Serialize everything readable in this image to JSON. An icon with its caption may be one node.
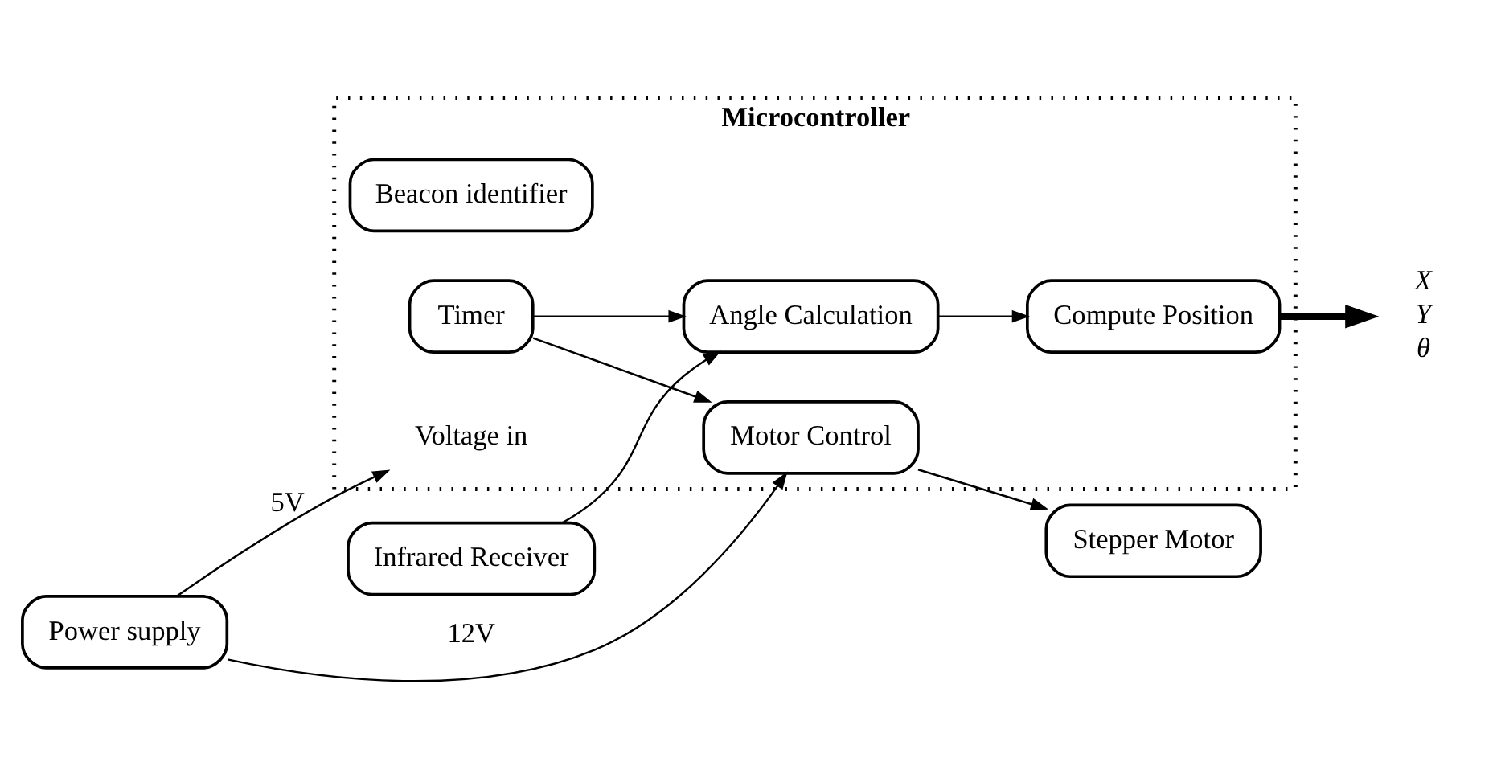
{
  "diagram": {
    "nodes": [
      {
        "text": [
          "Microcontroller"
        ]
      },
      {
        "text": [
          "Infrared Receiver"
        ]
      },
      {
        "text": [
          "Angle Calculation"
        ],
        "in": 0
      },
      {
        "text": [
          "Beacon identifier"
        ],
        "in": 0
      },
      {
        "text": [
          "Timer"
        ],
        "in": 0
      },
      {
        "text": [
          "Motor Control"
        ],
        "in": 0
      },
      {
        "text": [
          "Compute Position"
        ],
        "in": 0
      },
      {
        "text": [
          "Stepper Motor"
        ]
      },
      {
        "text": [
          "Power supply"
        ]
      },
      {
        "text": [
          "Voltage in"
        ],
        "in": 0
      },
      {
        "text": [
          "X",
          "Y",
          "θ"
        ]
      }
    ],
    "edges": [
      {
        "from": 1,
        "to": 2,
        "arrow": "to"
      },
      {
        "from": 2,
        "to": 6,
        "arrow": "to"
      },
      {
        "from": 4,
        "to": 2,
        "arrow": "to"
      },
      {
        "from": 4,
        "to": 5,
        "arrow": "to"
      },
      {
        "from": 5,
        "to": 7,
        "arrow": "to"
      },
      {
        "from": 6,
        "to": 10,
        "arrow": "to",
        "style": "thick"
      },
      {
        "from": 8,
        "to": 5,
        "arrow": "to",
        "label": "12V"
      },
      {
        "from": 8,
        "to": 9,
        "arrow": "to",
        "label": "5V"
      }
    ]
  }
}
